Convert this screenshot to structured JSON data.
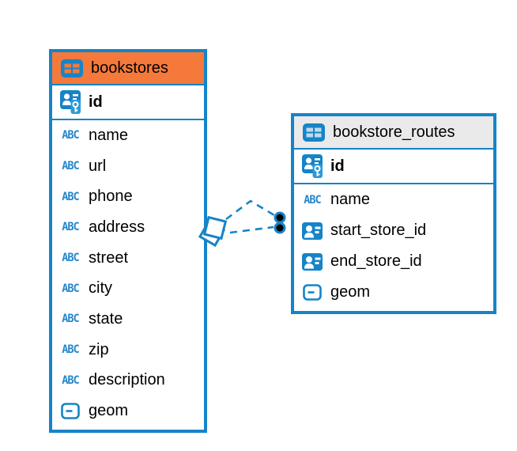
{
  "colors": {
    "accent_blue": "#1584C8",
    "bookstores_header": "#F5793B",
    "routes_header": "#EAEAEA",
    "text": "#000000",
    "background": "#FFFFFF"
  },
  "icons": {
    "text_type_glyph": "ABC"
  },
  "tables": [
    {
      "title": "bookstores",
      "header_color": "#F5793B",
      "primary_key": {
        "label": "id",
        "type": "primary-key"
      },
      "columns": [
        {
          "label": "name",
          "type": "text"
        },
        {
          "label": "url",
          "type": "text"
        },
        {
          "label": "phone",
          "type": "text"
        },
        {
          "label": "address",
          "type": "text"
        },
        {
          "label": "street",
          "type": "text"
        },
        {
          "label": "city",
          "type": "text"
        },
        {
          "label": "state",
          "type": "text"
        },
        {
          "label": "zip",
          "type": "text"
        },
        {
          "label": "description",
          "type": "text"
        },
        {
          "label": "geom",
          "type": "geometry"
        }
      ]
    },
    {
      "title": "bookstore_routes",
      "header_color": "#EAEAEA",
      "primary_key": {
        "label": "id",
        "type": "primary-key"
      },
      "columns": [
        {
          "label": "name",
          "type": "text"
        },
        {
          "label": "start_store_id",
          "type": "reference"
        },
        {
          "label": "end_store_id",
          "type": "reference"
        },
        {
          "label": "geom",
          "type": "geometry"
        }
      ]
    }
  ],
  "relationship": {
    "between": [
      "bookstores",
      "bookstore_routes"
    ],
    "line_style": "dashed",
    "line_count": 2
  }
}
